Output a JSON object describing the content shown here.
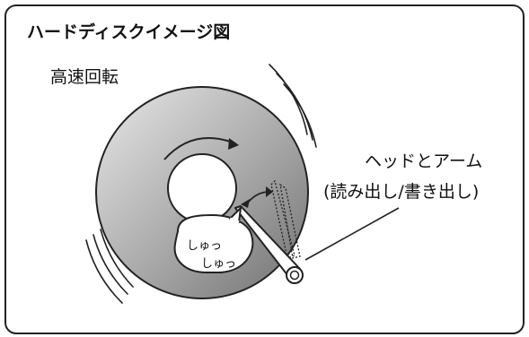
{
  "title": "ハードディスクイメージ図",
  "labels": {
    "rotation": "高速回転",
    "head_arm_line1": "ヘッドとアーム",
    "head_arm_line2": "(読み出し/書き出し)"
  },
  "bubble": {
    "line1": "しゅっ",
    "line2": "しゅっ"
  },
  "icons": {
    "disk": "hard-disk-platter",
    "arm": "read-write-head-arm",
    "rotation_arrow": "curved-arrow",
    "motion_lines": "vibration-lines"
  },
  "colors": {
    "frame": "#222222",
    "disk_light": "#e2e2e2",
    "disk_dark": "#7a7a7a",
    "text": "#111111"
  }
}
